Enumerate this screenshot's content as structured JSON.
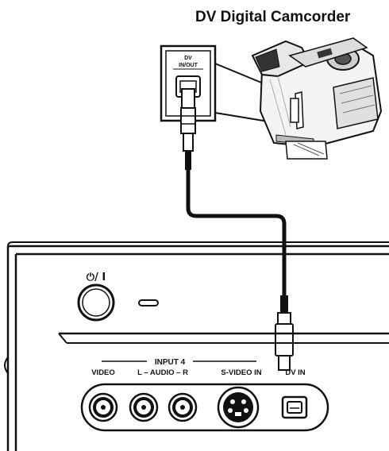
{
  "title": "DV Digital Camcorder",
  "camcorder_jack_label": "DV IN/OUT",
  "camcorder_jack_label_line1": "DV",
  "camcorder_jack_label_line2": "IN/OUT",
  "power_label": "⏻/ I",
  "input_group_label": "INPUT 4",
  "jack_labels": {
    "video": "VIDEO",
    "audio": "L – AUDIO – R",
    "svideo": "S-VIDEO IN",
    "dvin": "DV IN"
  }
}
